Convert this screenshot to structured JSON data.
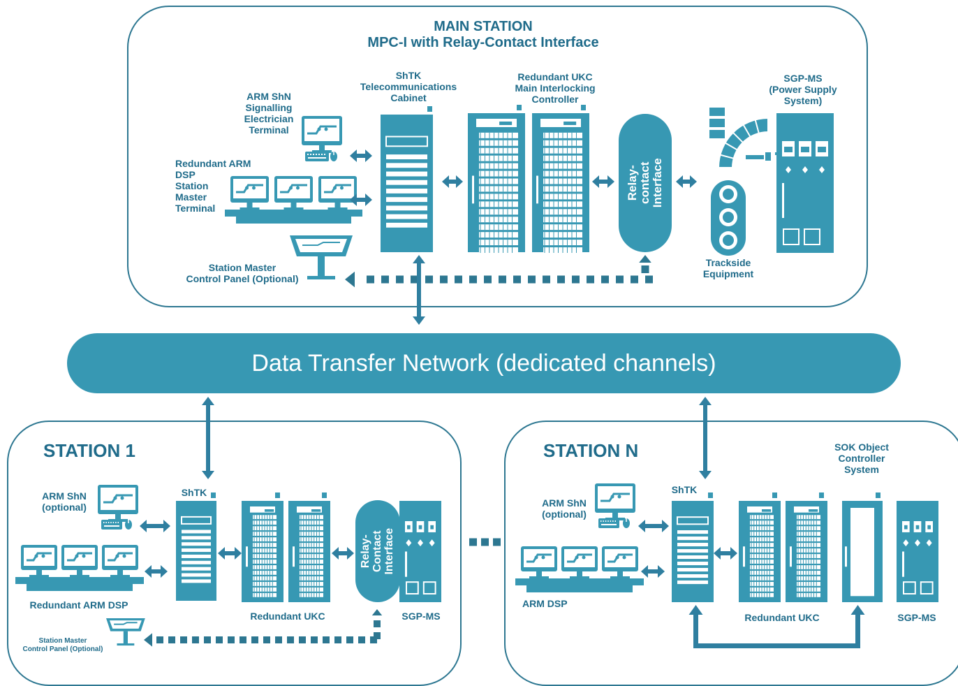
{
  "colors": {
    "teal": "#3798b3",
    "dark": "#2d7791",
    "text": "#1f6b8a",
    "arrow": "#2f7fa0"
  },
  "main_station": {
    "title": "MAIN STATION",
    "subtitle": "MPC-I with Relay-Contact Interface",
    "arm_shn": "ARM ShN\nSignalling\nElectrician\nTerminal",
    "arm_dsp": "Redundant ARM DSP\nStation\nMaster\nTerminal",
    "shtk": "ShTK\nTelecommunications\nCabinet",
    "ukc": "Redundant UKC\nMain Interlocking\nController",
    "relay": "Relay-contact\nInterface",
    "sgp": "SGP-MS\n(Power Supply\nSystem)",
    "trackside": "Trackside\nEquipment",
    "control_panel": "Station Master\nControl Panel (Optional)"
  },
  "network": {
    "label": "Data Transfer Network (dedicated channels)"
  },
  "station1": {
    "title": "STATION 1",
    "arm_shn": "ARM ShN\n(optional)",
    "arm_dsp": "Redundant ARM DSP",
    "shtk": "ShTK",
    "ukc": "Redundant UKC",
    "relay": "Relay-Contact\nInterface",
    "sgp": "SGP-MS",
    "control_panel": "Station Master\nControl Panel (Optional)"
  },
  "stationN": {
    "title": "STATION N",
    "arm_shn": "ARM ShN\n(optional)",
    "arm_dsp": "ARM DSP",
    "shtk": "ShTK",
    "ukc": "Redundant UKC",
    "sok": "SOK Object\nController\nSystem",
    "sgp": "SGP-MS"
  },
  "icons": [
    "monitor-icon",
    "keyboard-icon",
    "mouse-icon",
    "server-cabinet-icon",
    "power-supply-icon",
    "traffic-light-icon",
    "track-switch-icon",
    "control-panel-icon"
  ]
}
